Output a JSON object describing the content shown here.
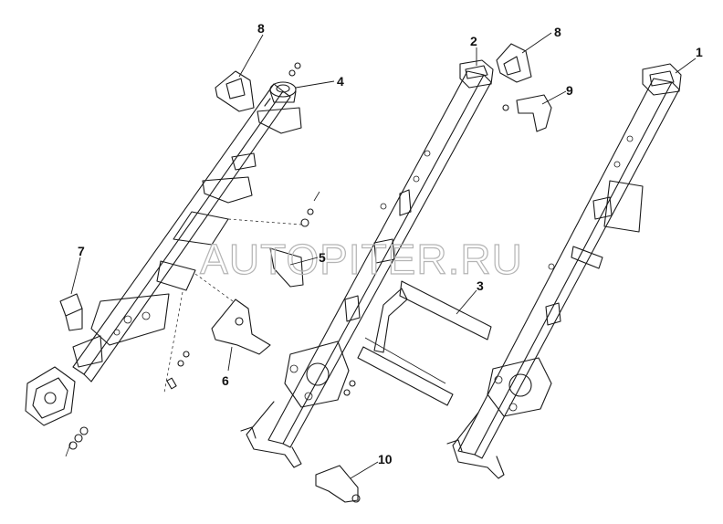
{
  "watermark": "AUTOPITER.RU",
  "callouts": {
    "c1": "1",
    "c2": "2",
    "c3": "3",
    "c4": "4",
    "c5": "5",
    "c6": "6",
    "c7": "7",
    "c8a": "8",
    "c8b": "8",
    "c9": "9",
    "c10": "10"
  }
}
